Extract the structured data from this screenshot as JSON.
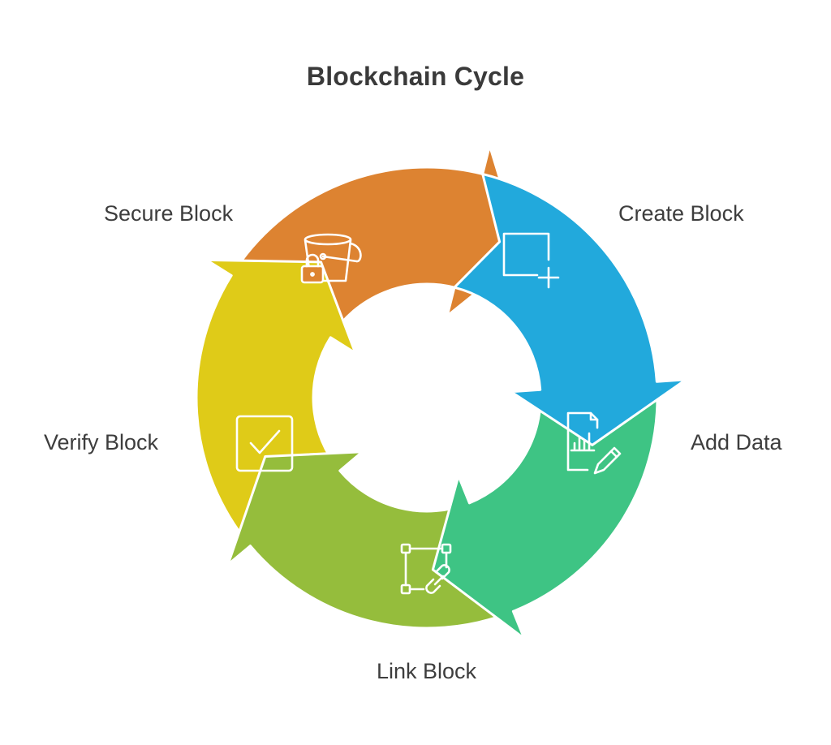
{
  "title": "Blockchain Cycle",
  "steps": [
    {
      "label": "Create Block",
      "color": "#22a9dc",
      "icon": "square-plus-icon"
    },
    {
      "label": "Add Data",
      "color": "#3ec484",
      "icon": "document-chart-edit-icon"
    },
    {
      "label": "Link Block",
      "color": "#95bd3c",
      "icon": "vector-link-icon"
    },
    {
      "label": "Verify Block",
      "color": "#dfcb18",
      "icon": "checkbox-icon"
    },
    {
      "label": "Secure Block",
      "color": "#dd8331",
      "icon": "bucket-lock-icon"
    }
  ]
}
